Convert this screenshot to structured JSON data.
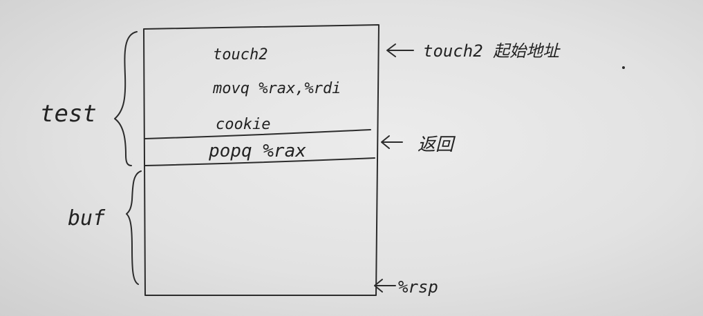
{
  "diagram": {
    "side_labels": {
      "test": "test",
      "buf": "buf"
    },
    "cells": {
      "top": {
        "line1": "touch2",
        "line2": "movq %rax,%rdi",
        "line3": "cookie"
      },
      "middle": {
        "line1": "popq %rax"
      }
    },
    "annotations": {
      "start_address": "touch2 起始地址",
      "return": "返回",
      "stack_pointer": "%rsp"
    }
  }
}
